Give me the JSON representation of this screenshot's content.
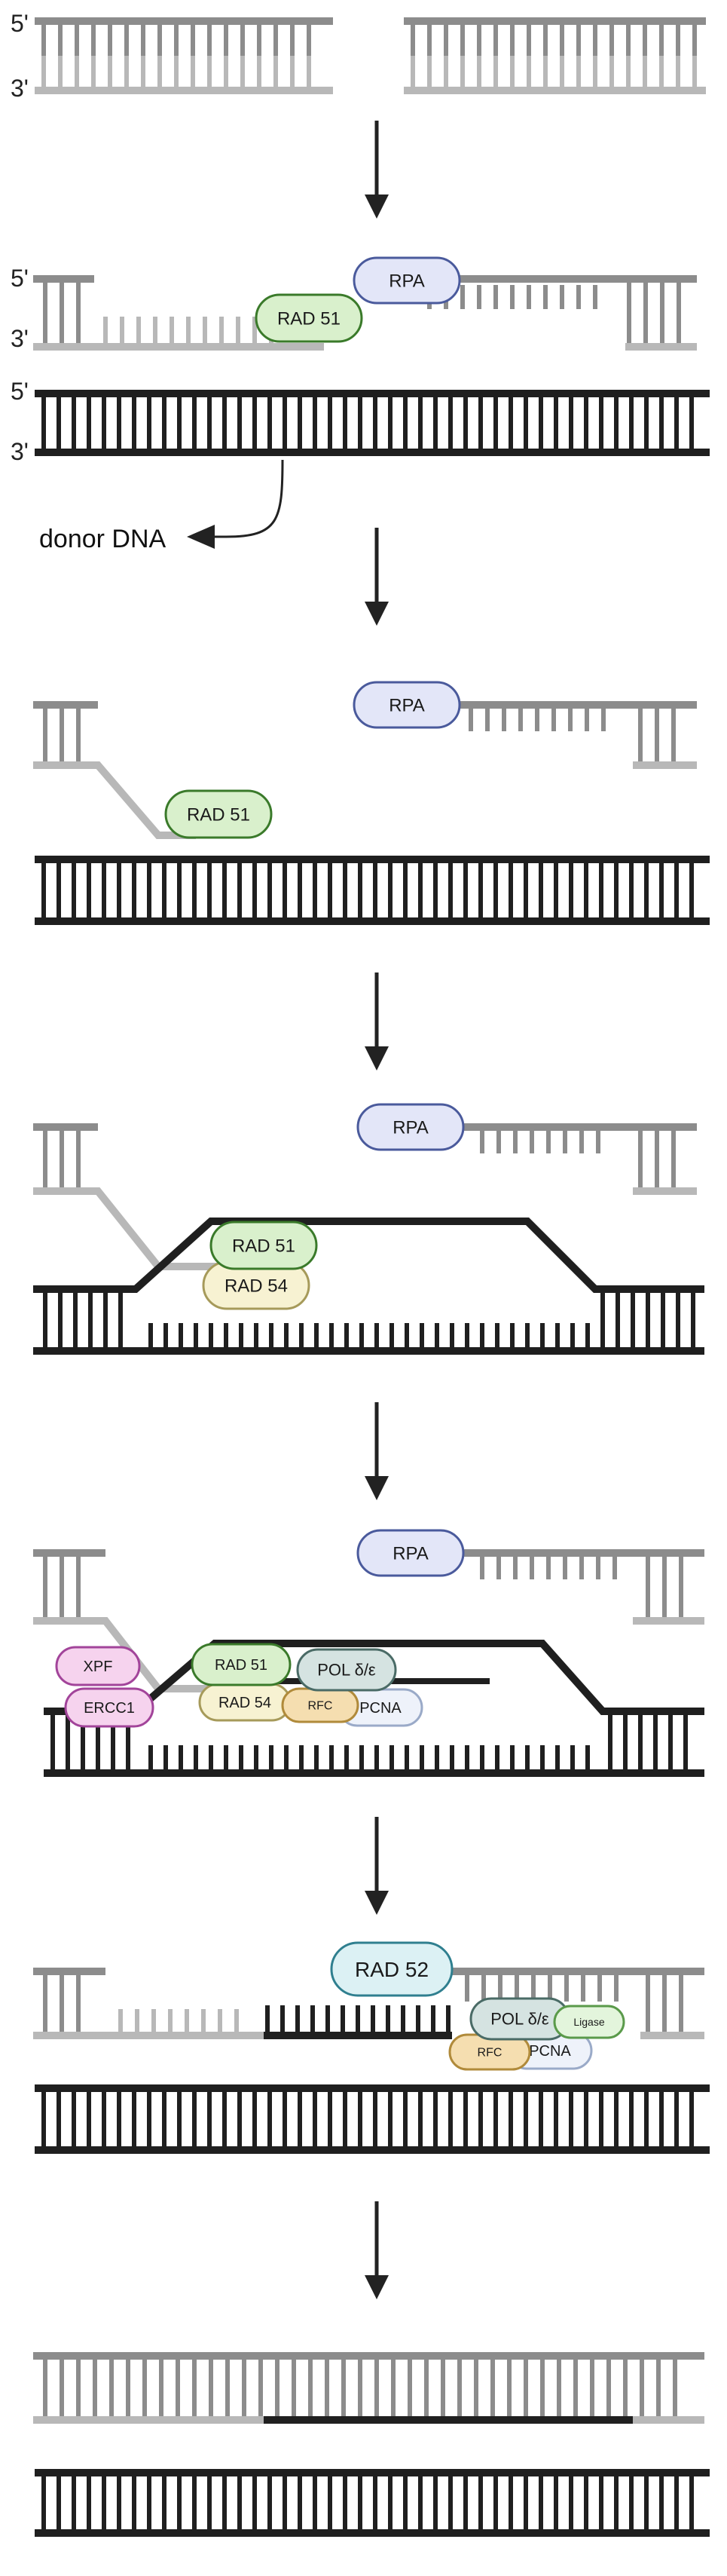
{
  "strand_labels": {
    "five_prime": "5'",
    "three_prime": "3'"
  },
  "donor_label": "donor DNA",
  "proteins": {
    "rpa": "RPA",
    "rad51": "RAD 51",
    "rad54": "RAD 54",
    "rad52": "RAD 52",
    "xpf": "XPF",
    "ercc1": "ERCC1",
    "pol": "POL δ/ε",
    "rfc": "RFC",
    "pcna": "PCNA",
    "ligase": "Ligase"
  },
  "colors": {
    "damaged_dna": "#8c8c8c",
    "damaged_dna_light": "#b8b8b8",
    "donor_dna": "#1f1f1f",
    "arrow": "#222222",
    "rpa_fill": "#e3e6f8",
    "rpa_stroke": "#4a5a9c",
    "rad51_fill": "#d9f0cc",
    "rad51_stroke": "#3a7a2a",
    "rad54_fill": "#f7f2d2",
    "rad54_stroke": "#a69a5a",
    "rad52_fill": "#dcf1f4",
    "rad52_stroke": "#2f7f8f",
    "xpf_fill": "#f6d3ee",
    "xpf_stroke": "#a2449a",
    "pol_fill": "#d5e3e1",
    "pol_stroke": "#4a6b66",
    "rfc_fill": "#f5deb0",
    "rfc_stroke": "#b08a3a",
    "pcna_fill": "#eef2fa",
    "pcna_stroke": "#9aaac8",
    "ligase_fill": "#e3f5dc",
    "ligase_stroke": "#5a9a4a"
  }
}
